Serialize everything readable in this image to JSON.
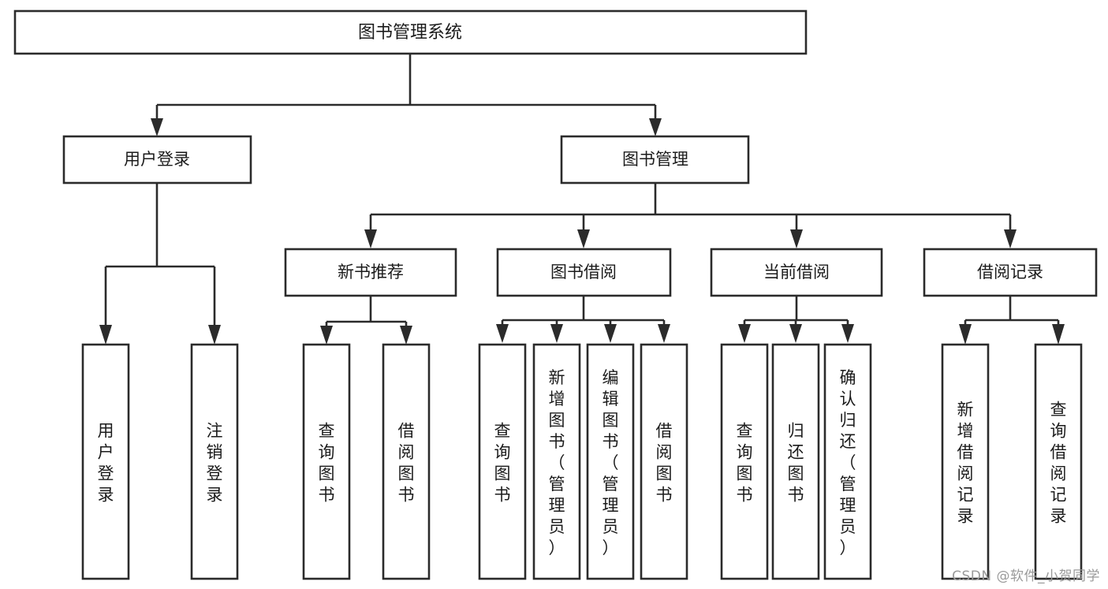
{
  "diagram": {
    "type": "tree",
    "title": "图书管理系统",
    "orientation": "top-down",
    "watermark": "CSDN @软件_小贺同学",
    "colors": {
      "box_stroke": "#2b2b2b",
      "box_fill": "#ffffff",
      "connector": "#2b2b2b",
      "text": "#1b1b1b",
      "background": "#ffffff",
      "watermark_text": "#9a9a9a"
    },
    "nodes": {
      "root": {
        "label": "图书管理系统"
      },
      "level2": [
        {
          "label": "用户登录"
        },
        {
          "label": "图书管理"
        }
      ],
      "level3": [
        {
          "label": "新书推荐"
        },
        {
          "label": "图书借阅"
        },
        {
          "label": "当前借阅"
        },
        {
          "label": "借阅记录"
        }
      ],
      "leaves": {
        "user_login": [
          {
            "label": "用户登录"
          },
          {
            "label": "注销登录"
          }
        ],
        "new_book_recommend": [
          {
            "label": "查询图书"
          },
          {
            "label": "借阅图书"
          }
        ],
        "book_borrow": [
          {
            "label": "查询图书"
          },
          {
            "label": "新增图书（管理员）"
          },
          {
            "label": "编辑图书（管理员）"
          },
          {
            "label": "借阅图书"
          }
        ],
        "current_borrow": [
          {
            "label": "查询图书"
          },
          {
            "label": "归还图书"
          },
          {
            "label": "确认归还（管理员）"
          }
        ],
        "borrow_record": [
          {
            "label": "新增借阅记录"
          },
          {
            "label": "查询借阅记录"
          }
        ]
      }
    }
  }
}
